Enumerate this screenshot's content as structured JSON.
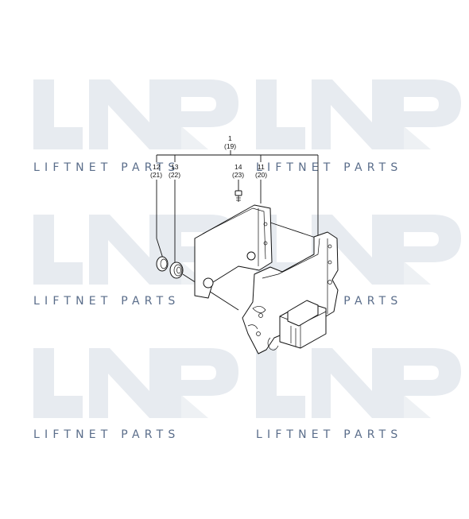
{
  "watermark": {
    "text": "LIFTNET PARTS",
    "logo_letters": "LNP"
  },
  "callouts": [
    {
      "id": "c1",
      "number": "1",
      "alt": "(19)"
    },
    {
      "id": "c12",
      "number": "12",
      "alt": "(21)"
    },
    {
      "id": "c13",
      "number": "13",
      "alt": "(22)"
    },
    {
      "id": "c14",
      "number": "14",
      "alt": "(23)"
    },
    {
      "id": "c11",
      "number": "11",
      "alt": "(20)"
    }
  ],
  "colors": {
    "watermark_logo": "#e7ebf0",
    "watermark_text": "#5a6d8a",
    "line": "#111111"
  }
}
